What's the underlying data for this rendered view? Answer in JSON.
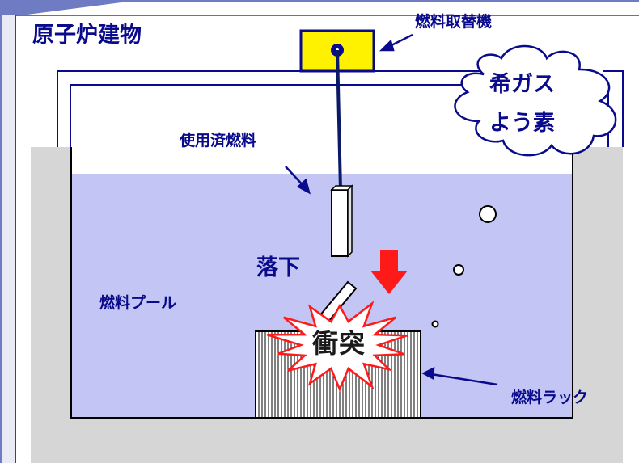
{
  "diagram": {
    "title": "原子炉建物",
    "fuel_handling_machine_label": "燃料取替機",
    "spent_fuel_label": "使用済燃料",
    "fuel_pool_label": "燃料プール",
    "fuel_rack_label": "燃料ラック",
    "drop_label": "落下",
    "impact_label": "衝突",
    "released_gas_line1": "希ガス",
    "released_gas_line2": "よう素"
  },
  "colors": {
    "text": "#0a0a8c",
    "slide_frame": "#6f7bc2",
    "pool_water": "#c3c6f4",
    "concrete": "#d6d6d6",
    "machine_fill": "#fff200",
    "grapple_line": "#0a1a66",
    "drop_arrow": "#ff1a1a",
    "impact_burst": "#ffffff",
    "impact_outline": "#ff1a1a"
  },
  "icons": [
    "drop-arrow-icon",
    "impact-burst-icon",
    "gas-cloud-icon",
    "bubble-icon"
  ]
}
